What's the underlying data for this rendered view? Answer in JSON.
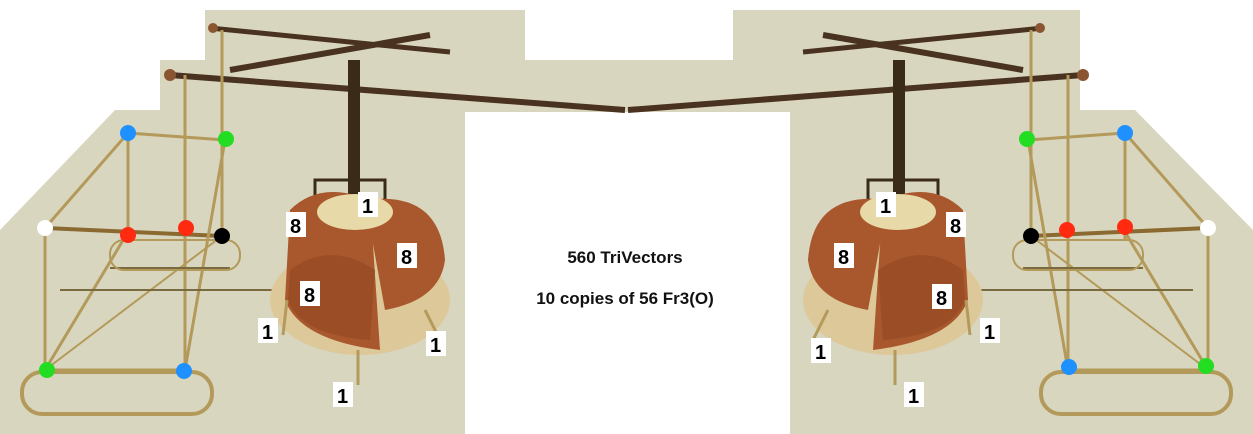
{
  "caption": {
    "line1": "560 TriVectors",
    "line2": "10 copies of 56 Fr3(O)"
  },
  "left_labels": [
    "1",
    "8",
    "8",
    "8",
    "1",
    "1",
    "1"
  ],
  "right_labels": [
    "1",
    "8",
    "8",
    "8",
    "1",
    "1",
    "1"
  ],
  "colors": {
    "background_panel": "#d9d6c0",
    "wood": "#6e4a2a",
    "dark_wood": "#3a2a18",
    "brass": "#b49a5a",
    "disc_fill": "#a8582c",
    "disc_light": "#ddc89a",
    "dot_blue": "#1e90ff",
    "dot_green": "#22dd22",
    "dot_red": "#ff2a10",
    "dot_black": "#000000",
    "dot_white": "#ffffff"
  }
}
